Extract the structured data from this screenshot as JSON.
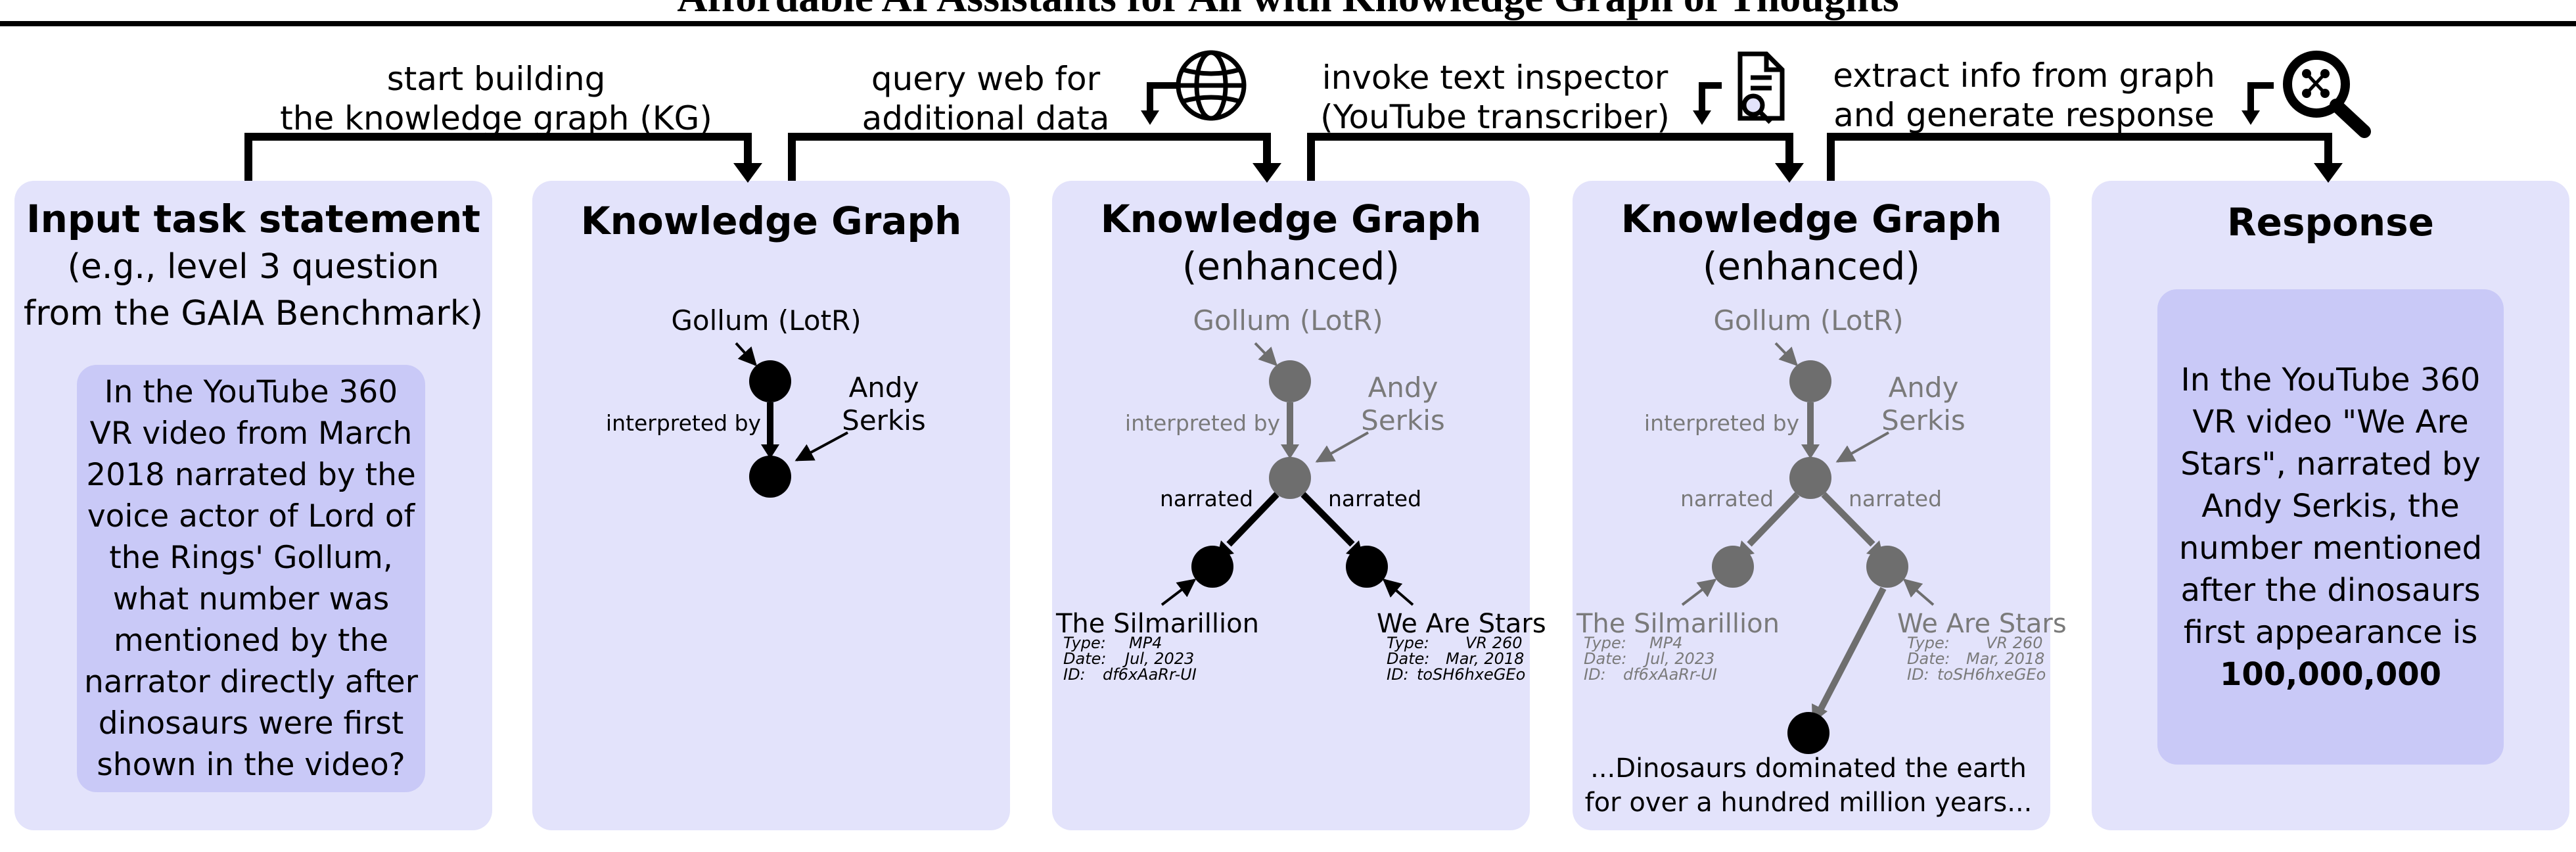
{
  "title": "Affordable AI Assistants for All with Knowledge Graph of Thoughts",
  "steps": [
    {
      "label": "start building\nthe knowledge graph (KG)"
    },
    {
      "label": "query web for\nadditional data",
      "icon": "globe-icon"
    },
    {
      "label": "invoke text inspector\n(YouTube transcriber)",
      "icon": "document-search-icon"
    },
    {
      "label": "extract info from graph\nand generate response",
      "icon": "graph-search-icon"
    }
  ],
  "panels": {
    "input": {
      "title": "Input task statement",
      "subtitle_line1": "(e.g., level 3 question",
      "subtitle_line2": "from the GAIA Benchmark)",
      "question": "In the YouTube 360\nVR video from March\n2018 narrated by the\nvoice actor of Lord of\nthe Rings' Gollum,\nwhat number was\nmentioned by the\nnarrator directly after\ndinosaurs were first\nshown in the video?"
    },
    "kg": {
      "title": "Knowledge Graph"
    },
    "kg_enhanced_1": {
      "title": "Knowledge Graph",
      "subtitle": "(enhanced)"
    },
    "kg_enhanced_2": {
      "title": "Knowledge Graph",
      "subtitle": "(enhanced)"
    },
    "response": {
      "title": "Response",
      "answer_text": "In the YouTube 360\nVR video \"We Are\nStars\", narrated by\nAndy Serkis, the\nnumber mentioned\nafter the dinosaurs\nfirst appearance is",
      "answer_value": "100,000,000"
    }
  },
  "graph": {
    "gollum": "Gollum (LotR)",
    "andy_line1": "Andy",
    "andy_line2": "Serkis",
    "interpreted_by": "interpreted by",
    "narrated": "narrated",
    "silmarillion": "The Silmarillion",
    "we_are_stars": "We Are Stars",
    "sil_type_key": "Type:",
    "sil_type_val": "MP4",
    "sil_date_key": "Date:",
    "sil_date_val": "Jul, 2023",
    "sil_id_key": "ID:",
    "sil_id_val": "df6xAaRr-UI",
    "was_type_key": "Type:",
    "was_type_val": "VR 260",
    "was_date_key": "Date:",
    "was_date_val": "Mar, 2018",
    "was_id_key": "ID:",
    "was_id_val": "toSH6hxeGEo",
    "transcript_line1": "...Dinosaurs dominated the earth",
    "transcript_line2": "for over a hundred million years..."
  },
  "colors": {
    "panel": "#e3e3fb",
    "inner_box": "#c9c9f7",
    "node_active": "#000000",
    "node_faded": "#6e6e6e",
    "text_faded": "#7a7a7a"
  }
}
